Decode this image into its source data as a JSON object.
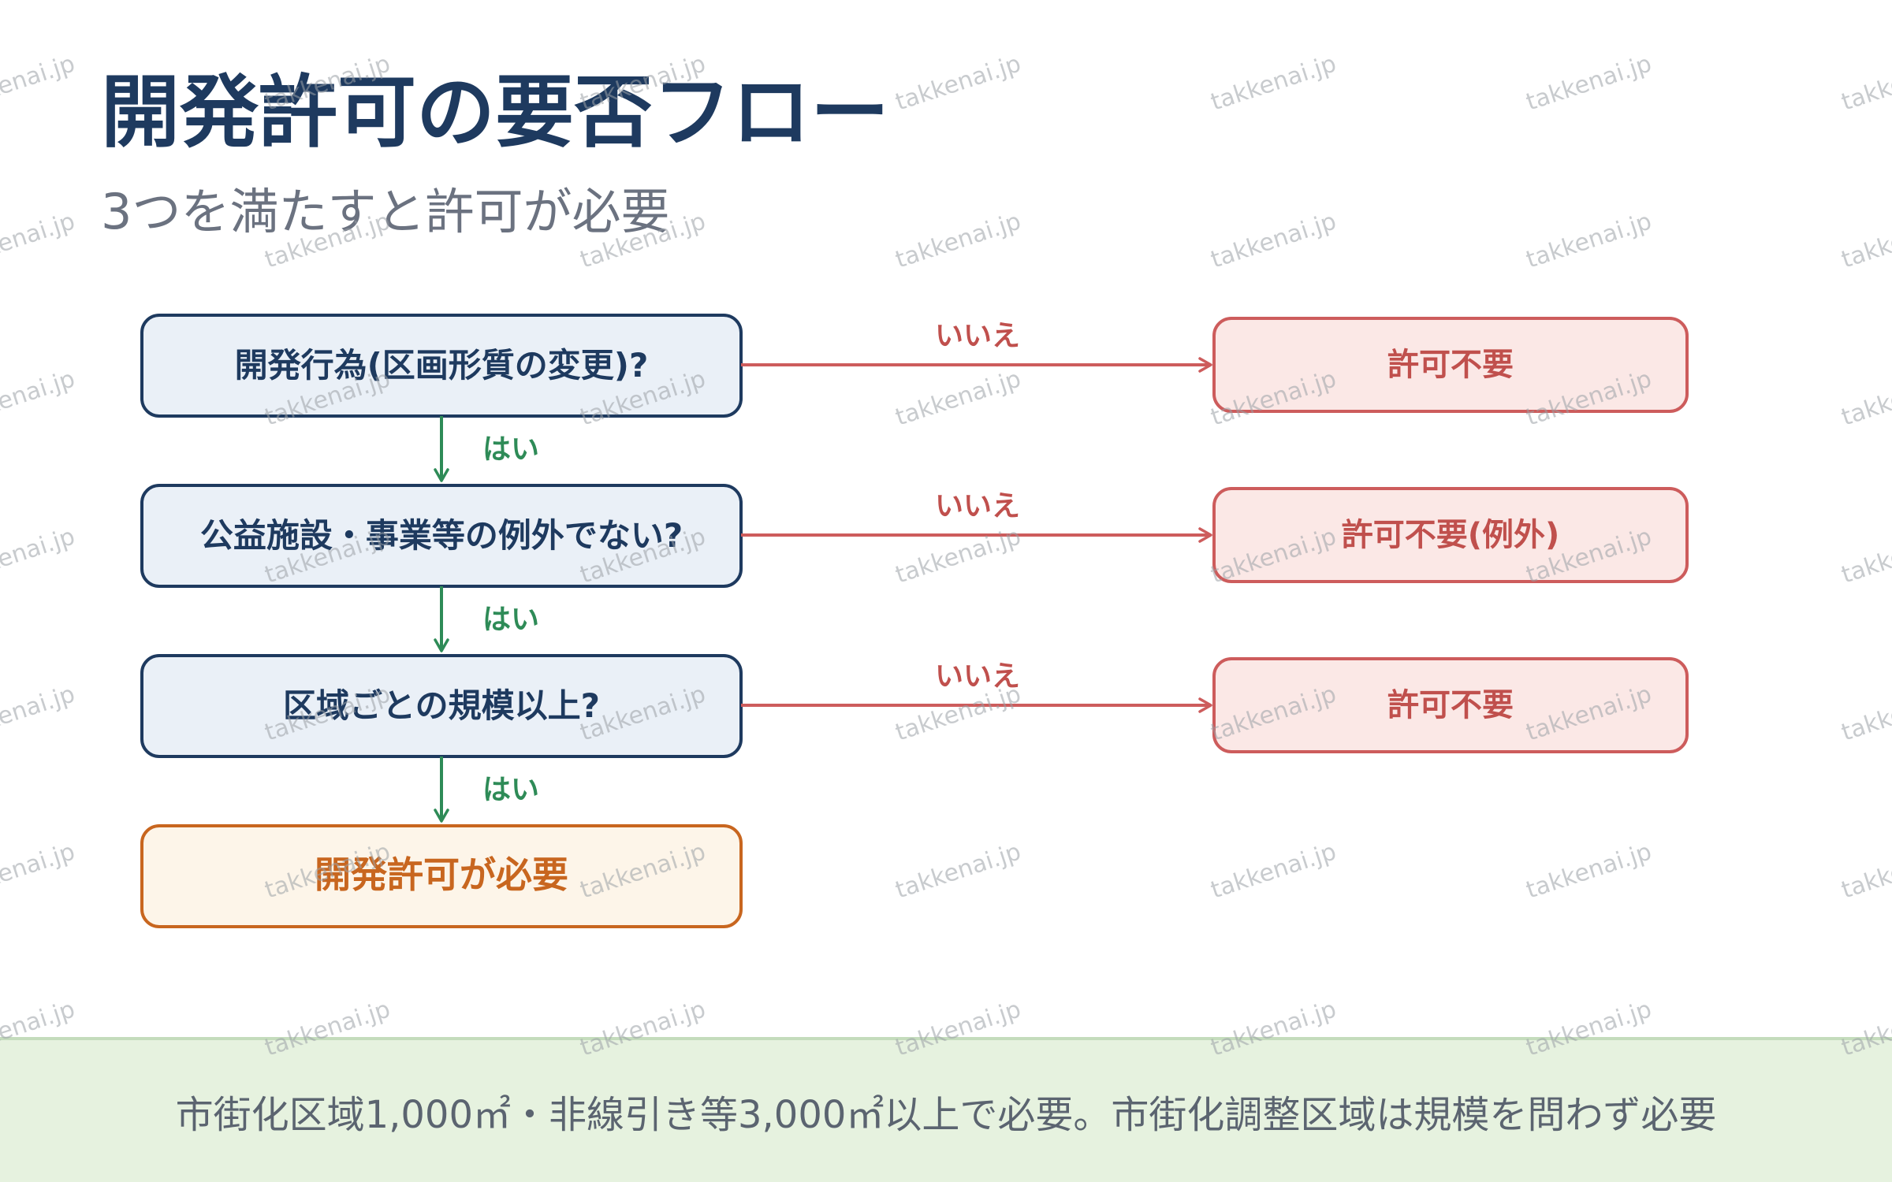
{
  "title": "開発許可の要否フロー",
  "subtitle": "3つを満たすと許可が必要",
  "watermark_text": "takkenai.jp",
  "colors": {
    "question_fill": "#eaf0f7",
    "question_stroke": "#1e3a5f",
    "question_text": "#1e3a5f",
    "no_fill": "#fbe8e6",
    "no_stroke": "#cd5c5c",
    "no_text": "#c0504d",
    "yes_color": "#2e8b57",
    "result_fill": "#fdf5e9",
    "result_stroke": "#c8661f",
    "result_text": "#c8661f"
  },
  "flow": {
    "steps": [
      {
        "question": "開発行為(区画形質の変更)?",
        "no_label": "いいえ",
        "no_result": "許可不要",
        "yes_label": "はい"
      },
      {
        "question": "公益施設・事業等の例外でない?",
        "no_label": "いいえ",
        "no_result": "許可不要(例外)",
        "yes_label": "はい"
      },
      {
        "question": "区域ごとの規模以上?",
        "no_label": "いいえ",
        "no_result": "許可不要",
        "yes_label": "はい"
      }
    ],
    "final": "開発許可が必要"
  },
  "footer": {
    "note": "市街化区域1,000㎡・非線引き等3,000㎡以上で必要。市街化調整区域は規模を問わず必要"
  }
}
